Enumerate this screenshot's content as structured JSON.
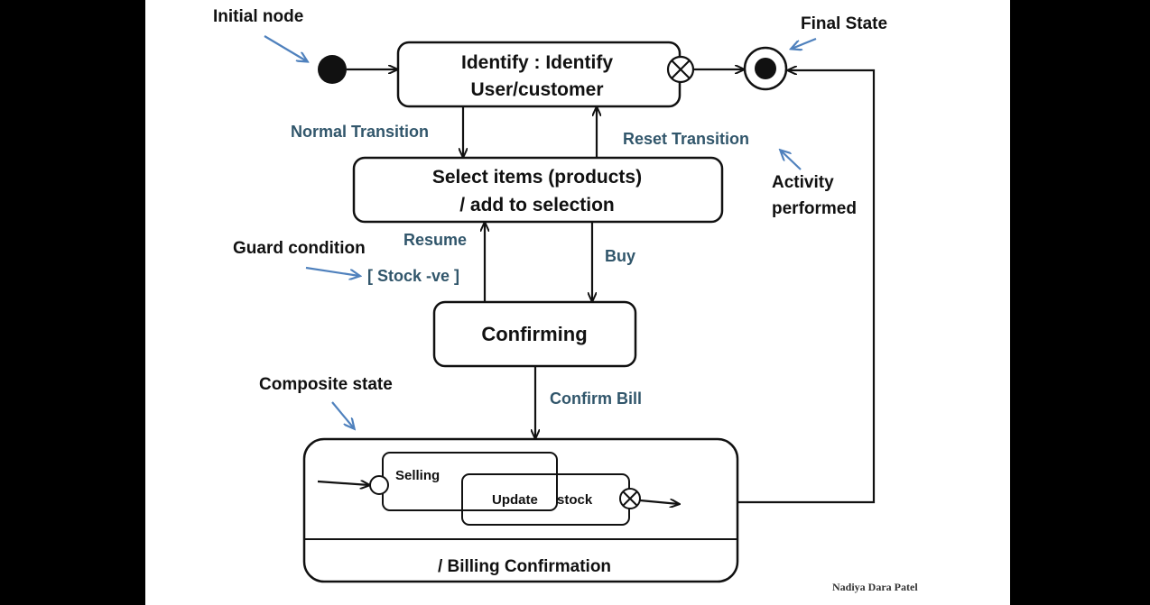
{
  "annotations": {
    "initial_node": "Initial node",
    "final_state": "Final State",
    "activity_performed_line1": "Activity",
    "activity_performed_line2": "performed",
    "guard_condition": "Guard condition",
    "composite_state": "Composite state"
  },
  "states": {
    "identify_line1": "Identify : Identify",
    "identify_line2": "User/customer",
    "select_line1": "Select items (products)",
    "select_line2": "/ add to selection",
    "confirming": "Confirming",
    "billing": "/ Billing Confirmation",
    "selling": "Selling",
    "update": "Update",
    "stock": "stock"
  },
  "transitions": {
    "normal": "Normal Transition",
    "reset": "Reset Transition",
    "resume": "Resume",
    "guard": "[ Stock -ve ]",
    "buy": "Buy",
    "confirm_bill": "Confirm Bill"
  },
  "signature": "Nadiya Dara Patel",
  "colors": {
    "teal_label": "#31566b",
    "pointer_arrow": "#4f81bd",
    "background": "#000000",
    "canvas": "#ffffff"
  }
}
